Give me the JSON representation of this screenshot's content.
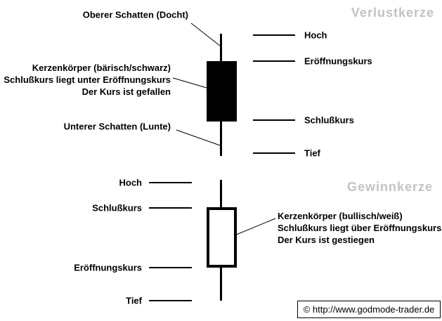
{
  "colors": {
    "background": "#ffffff",
    "ink": "#000000",
    "title_gray": "#c3c3c3"
  },
  "loss_candle": {
    "title": "Verlustkerze",
    "upper_shadow_label": "Oberer Schatten (Docht)",
    "body_label_lines": [
      "Kerzenkörper (bärisch/schwarz)",
      "Schlußkurs liegt unter Eröffnungskurs",
      "Der Kurs ist gefallen"
    ],
    "lower_shadow_label": "Unterer Schatten (Lunte)",
    "price_labels": [
      "Hoch",
      "Eröffnungskurs",
      "Schlußkurs",
      "Tief"
    ]
  },
  "gain_candle": {
    "title": "Gewinnkerze",
    "price_labels": [
      "Hoch",
      "Schlußkurs",
      "Eröffnungskurs",
      "Tief"
    ],
    "body_label_lines": [
      "Kerzenkörper (bullisch/weiß)",
      "Schlußkurs liegt über Eröffnungskurs",
      "Der Kurs ist gestiegen"
    ]
  },
  "footer": {
    "copyright": "© http://www.godmode-trader.de"
  }
}
